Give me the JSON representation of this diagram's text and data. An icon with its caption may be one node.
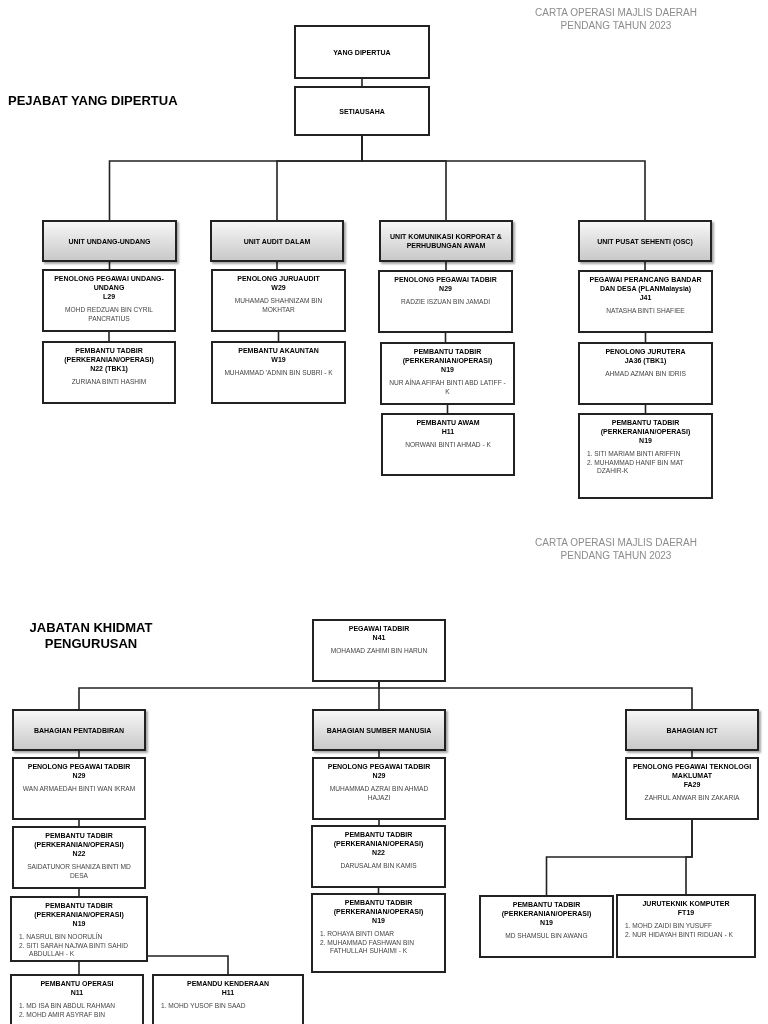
{
  "diagram": {
    "nodes": [
      {
        "text": [
          "YANG DIPERTUA"
        ]
      },
      {
        "text": [
          "SETIAUSAHA"
        ]
      },
      {
        "text": [
          "UNIT UNDANG-UNDANG"
        ]
      },
      {
        "text": [
          "UNIT AUDIT DALAM"
        ]
      },
      {
        "text": [
          "UNIT KOMUNIKASI KORPORAT & PERHUBUNGAN AWAM"
        ]
      },
      {
        "text": [
          "UNIT PUSAT SEHENTI (OSC)"
        ]
      },
      {
        "text": [
          "PENOLONG PEGAWAI UNDANG-UNDANG",
          "L29",
          "MOHD REDZUAN BIN CYRIL PANCRATIUS"
        ]
      },
      {
        "text": [
          "PEMBANTU TADBIR (PERKERANIAN/OPERASI)",
          "N22 (TBK1)",
          "ZURIANA BINTI HASHIM"
        ]
      },
      {
        "text": [
          "PENOLONG JURUAUDIT",
          "W29",
          "MUHAMAD SHAHNIZAM BIN MOKHTAR"
        ]
      },
      {
        "text": [
          "PEMBANTU AKAUNTAN",
          "W19",
          "MUHAMMAD 'ADNIN BIN SUBRI - K"
        ]
      },
      {
        "text": [
          "PENOLONG PEGAWAI TADBIR",
          "N29",
          "RADZIE ISZUAN BIN JAMADI"
        ]
      },
      {
        "text": [
          "PEMBANTU TADBIR (PERKERANIAN/OPERASI)",
          "N19",
          "NUR AÍNA AFIFAH BINTI ABD LATIFF - K"
        ]
      },
      {
        "text": [
          "PEMBANTU AWAM",
          "H11",
          "NORWANI BINTI AHMAD - K"
        ]
      },
      {
        "text": [
          "PEGAWAI PERANCANG BANDAR DAN DESA (PLANMalaysia)",
          "J41",
          "NATASHA BINTI SHAFIEE"
        ]
      },
      {
        "text": [
          "PENOLONG JURUTERA",
          "JA36 (TBK1)",
          "AHMAD AZMAN BIN IDRIS"
        ]
      },
      {
        "text": [
          "PEMBANTU TADBIR (PERKERANIAN/OPERASI)",
          "N19",
          "1. SITI MARIAM BINTI ARIFFIN",
          "2. MUHAMMAD HANIF BIN MAT DZAHIR-K"
        ]
      },
      {
        "text": [
          "PEGAWAI TADBIR",
          "N41",
          "MOHAMAD ZAHIMI BIN HARUN"
        ]
      },
      {
        "text": [
          "BAHAGIAN PENTADBIRAN"
        ]
      },
      {
        "text": [
          "BAHAGIAN SUMBER MANUSIA"
        ]
      },
      {
        "text": [
          "BAHAGIAN ICT"
        ]
      },
      {
        "text": [
          "PENOLONG PEGAWAI TADBIR",
          "N29",
          "WAN ARMAEDAH BINTI WAN IKRAM"
        ]
      },
      {
        "text": [
          "PEMBANTU TADBIR (PERKERANIAN/OPERASI)",
          "N22",
          "SAIDATUNOR SHANIZA BINTI MD DESA"
        ]
      },
      {
        "text": [
          "PEMBANTU TADBIR (PERKERANIAN/OPERASI)",
          "N19",
          "1. NASRUL BIN NOORULÍN",
          "2. SITI SARAH NAJWA BINTI SAHID ABDULLAH - K"
        ]
      },
      {
        "text": [
          "PEMBANTU OPERASI",
          "N11",
          "1. MD ISA BIN ABDUL RAHMAN",
          "2. MOHD AMIR ASYRAF BIN"
        ]
      },
      {
        "text": [
          "PEMANDU KENDERAAN",
          "H11",
          "1. MOHD YUSOF BIN SAAD"
        ]
      },
      {
        "text": [
          "PENOLONG PEGAWAI TADBIR",
          "N29",
          "MUHAMMAD AZRAI BIN AHMAD HAJAZI"
        ]
      },
      {
        "text": [
          "PEMBANTU TADBIR (PERKERANIAN/OPERASI)",
          "N22",
          "DARUSALAM BIN KAMIS"
        ]
      },
      {
        "text": [
          "PEMBANTU TADBIR (PERKERANIAN/OPERASI)",
          "N19",
          "1. ROHAYA BINTI OMAR",
          "2. MUHAMMAD FASHWAN BIN FATHULLAH SUHAIMI - K"
        ]
      },
      {
        "text": [
          "PENOLONG PEGAWAI TEKNOLOGI MAKLUMAT",
          "FA29",
          "ZAHRUL ANWAR BIN ZAKARIA"
        ]
      },
      {
        "text": [
          "PEMBANTU TADBIR (PERKERANIAN/OPERASI)",
          "N19",
          "MD SHAMSUL BIN AWANG"
        ]
      },
      {
        "text": [
          "JURUTEKNIK KOMPUTER",
          "FT19",
          "1. MOHD ZAIDI BIN YUSUFF",
          "2. NUR HIDAYAH BINTI RIDUAN - K"
        ]
      }
    ],
    "edges": [
      {
        "from": 0,
        "to": 1,
        "arrow": "none"
      },
      {
        "from": 1,
        "to": 2,
        "arrow": "none"
      },
      {
        "from": 1,
        "to": 3,
        "arrow": "none"
      },
      {
        "from": 1,
        "to": 4,
        "arrow": "none"
      },
      {
        "from": 1,
        "to": 5,
        "arrow": "none"
      },
      {
        "from": 2,
        "to": 6,
        "arrow": "none"
      },
      {
        "from": 6,
        "to": 7,
        "arrow": "none"
      },
      {
        "from": 3,
        "to": 8,
        "arrow": "none"
      },
      {
        "from": 8,
        "to": 9,
        "arrow": "none"
      },
      {
        "from": 4,
        "to": 10,
        "arrow": "none"
      },
      {
        "from": 10,
        "to": 11,
        "arrow": "none"
      },
      {
        "from": 11,
        "to": 12,
        "arrow": "none"
      },
      {
        "from": 5,
        "to": 13,
        "arrow": "none"
      },
      {
        "from": 13,
        "to": 14,
        "arrow": "none"
      },
      {
        "from": 14,
        "to": 15,
        "arrow": "none"
      },
      {
        "from": 16,
        "to": 17,
        "arrow": "none"
      },
      {
        "from": 16,
        "to": 18,
        "arrow": "none"
      },
      {
        "from": 16,
        "to": 19,
        "arrow": "none"
      },
      {
        "from": 17,
        "to": 20,
        "arrow": "none"
      },
      {
        "from": 20,
        "to": 21,
        "arrow": "none"
      },
      {
        "from": 21,
        "to": 22,
        "arrow": "none"
      },
      {
        "from": 22,
        "to": 23,
        "arrow": "none"
      },
      {
        "from": 22,
        "to": 24,
        "arrow": "none"
      },
      {
        "from": 18,
        "to": 25,
        "arrow": "none"
      },
      {
        "from": 25,
        "to": 26,
        "arrow": "none"
      },
      {
        "from": 26,
        "to": 27,
        "arrow": "none"
      },
      {
        "from": 19,
        "to": 28,
        "arrow": "none"
      },
      {
        "from": 28,
        "to": 29,
        "arrow": "none"
      },
      {
        "from": 28,
        "to": 30,
        "arrow": "none"
      }
    ],
    "labels": [
      "CARTA OPERASI MAJLIS DAERAH PENDANG TAHUN 2023",
      "PEJABAT YANG DIPERTUA",
      "CARTA OPERASI MAJLIS DAERAH PENDANG TAHUN 2023",
      "JABATAN KHIDMAT PENGURUSAN"
    ]
  }
}
